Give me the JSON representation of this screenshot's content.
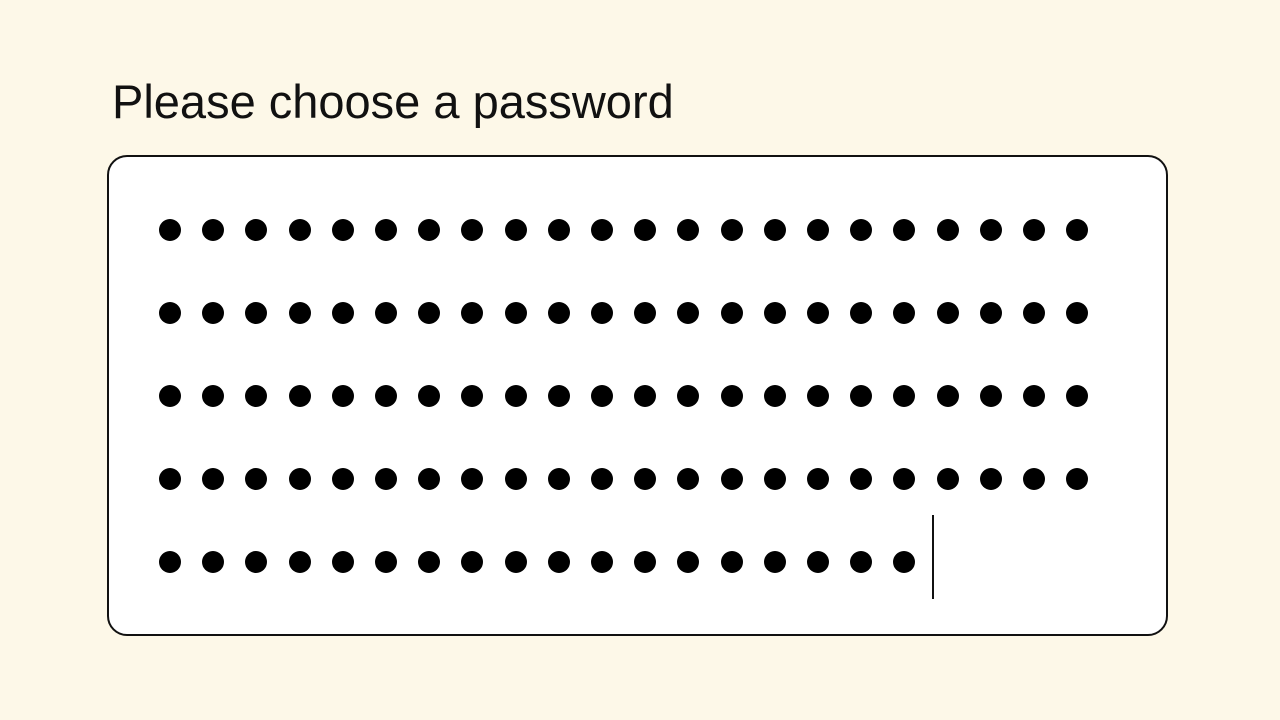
{
  "colors": {
    "background": "#fdf8e8",
    "field_background": "#ffffff",
    "text": "#111111",
    "mask_dot": "#000000"
  },
  "prompt": {
    "label": "Please choose a password"
  },
  "password_field": {
    "masked_char": "●",
    "masked_length": 106,
    "rows": [
      22,
      22,
      22,
      22,
      18
    ],
    "has_focus": true
  }
}
